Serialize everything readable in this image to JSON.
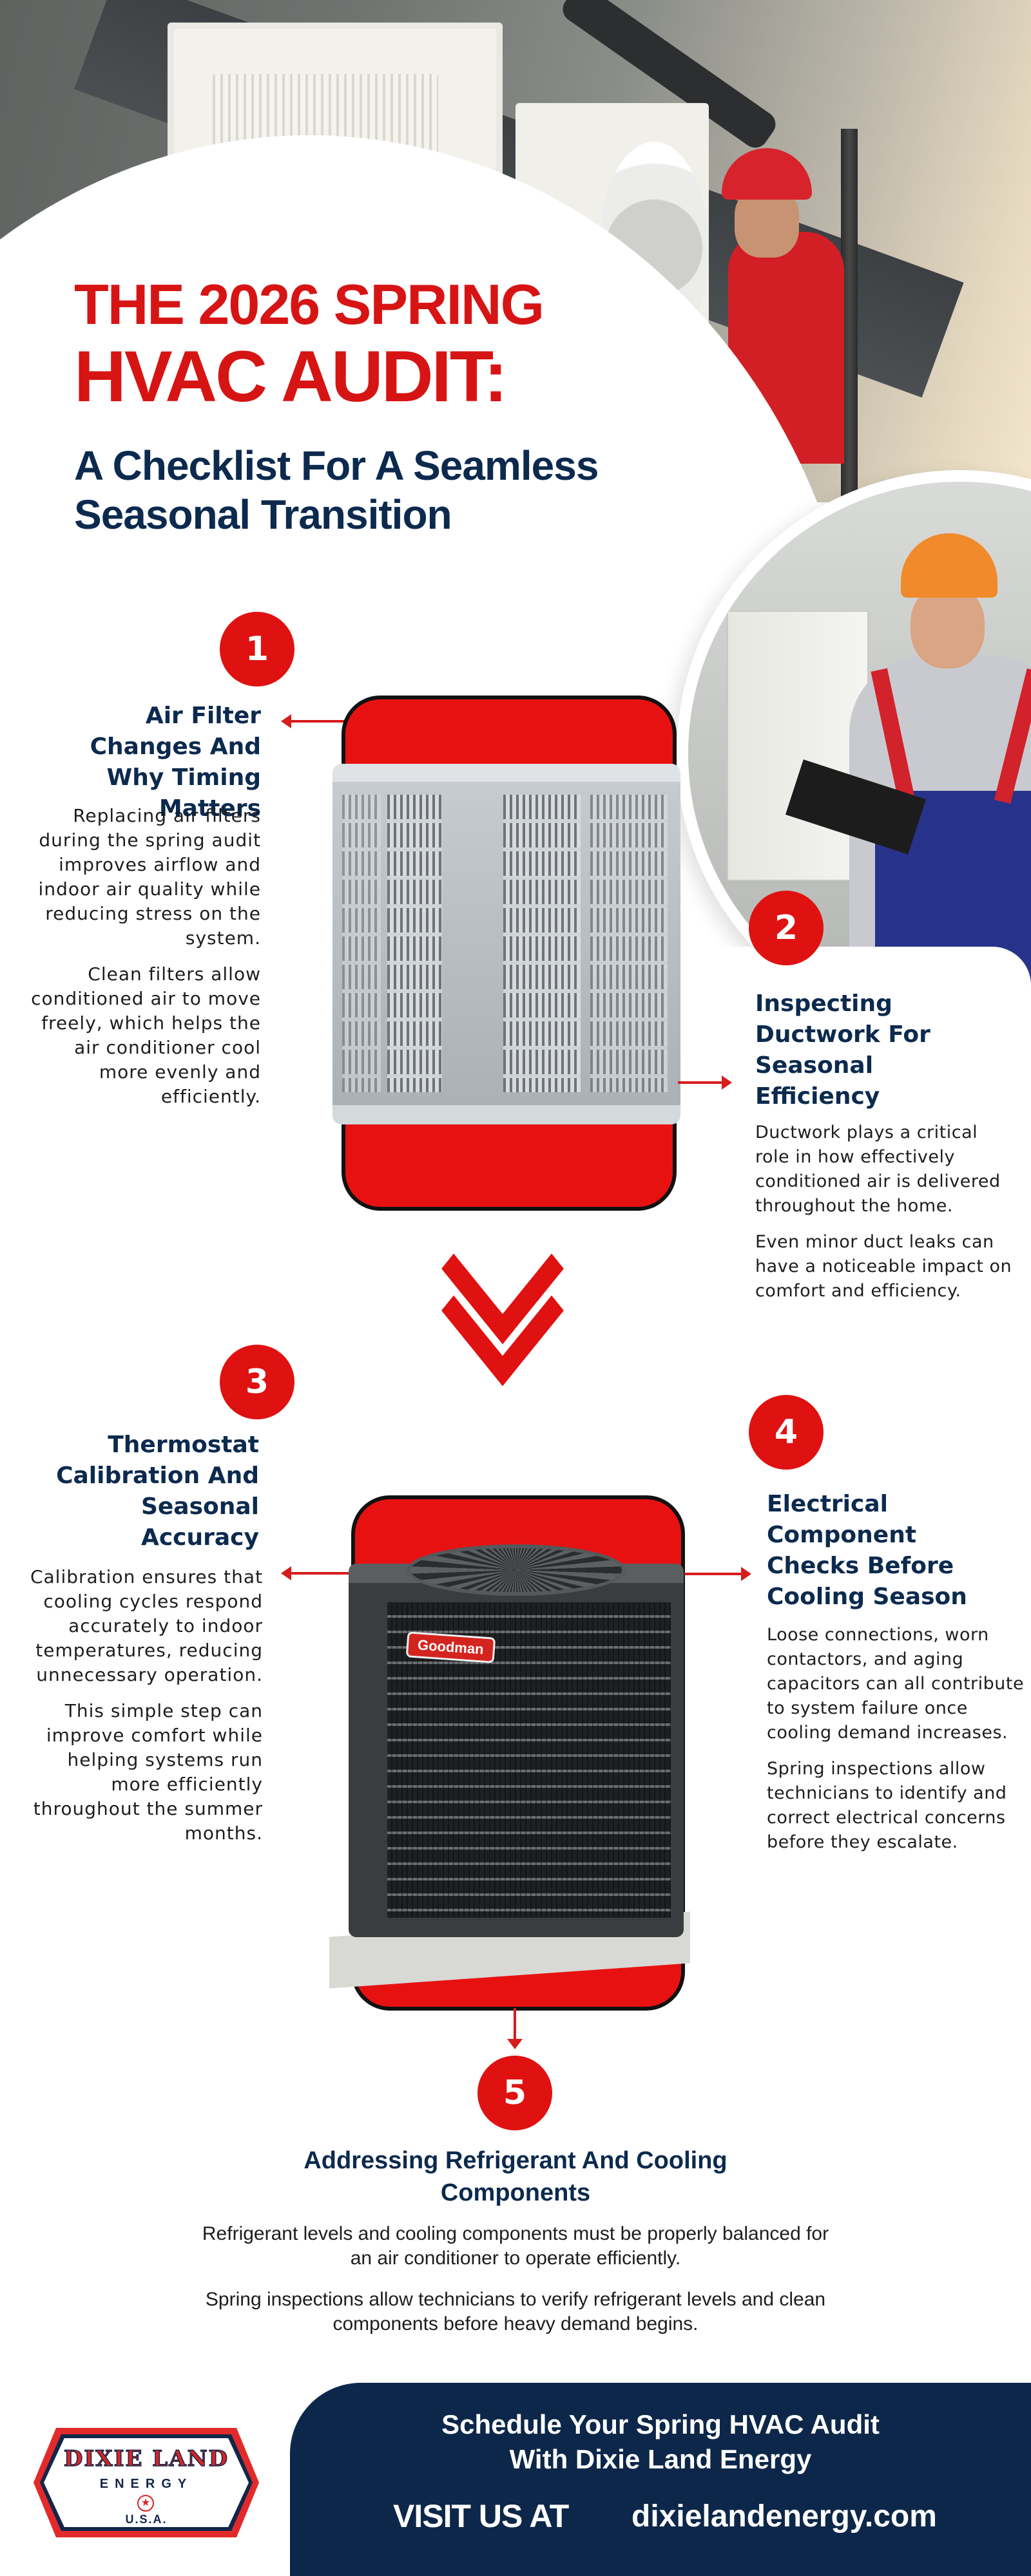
{
  "header": {
    "title_line1": "THE 2026 SPRING",
    "title_line2": "HVAC AUDIT:",
    "subtitle_line1": "A Checklist For A Seamless",
    "subtitle_line2": "Seasonal Transition"
  },
  "colors": {
    "accent_red": "#E01111",
    "title_red": "#D71414",
    "navy": "#0C2A4E",
    "footer_navy": "#0C2749"
  },
  "steps": [
    {
      "number": "1",
      "title": "Air Filter Changes And Why Timing Matters",
      "paragraphs": [
        "Replacing air filters during the spring audit improves airflow and indoor air quality while reducing stress on the system.",
        "Clean filters allow conditioned air to move freely, which helps the air conditioner cool more evenly and efficiently."
      ]
    },
    {
      "number": "2",
      "title": "Inspecting Ductwork For Seasonal Efficiency",
      "paragraphs": [
        "Ductwork plays a critical role in how effectively conditioned air is delivered throughout the home.",
        "Even minor duct leaks can have a noticeable impact on comfort and efficiency."
      ]
    },
    {
      "number": "3",
      "title": "Thermostat Calibration And Seasonal Accuracy",
      "paragraphs": [
        "Calibration ensures that cooling cycles respond accurately to indoor temperatures, reducing unnecessary operation.",
        "This simple step can improve comfort while helping systems run more efficiently throughout the summer months."
      ]
    },
    {
      "number": "4",
      "title": "Electrical Component Checks Before Cooling Season",
      "paragraphs": [
        "Loose connections, worn contactors, and aging capacitors can all contribute to system failure once cooling demand increases.",
        "Spring inspections allow technicians to identify and correct electrical concerns before they escalate."
      ]
    },
    {
      "number": "5",
      "title": "Addressing Refrigerant And Cooling Components",
      "paragraphs": [
        "Refrigerant levels and cooling components must be properly balanced for an air conditioner to operate efficiently.",
        "Spring inspections allow technicians to verify refrigerant levels and clean components before heavy demand begins."
      ]
    }
  ],
  "images": {
    "unit2_brand": "Goodman"
  },
  "footer": {
    "cta_line1": "Schedule Your Spring HVAC Audit",
    "cta_line2": "With Dixie Land Energy",
    "visit_label": "VISIT US AT",
    "url": "dixielandenergy.com",
    "logo": {
      "name": "DIXIE LAND",
      "energy": "ENERGY",
      "star": "★",
      "country": "U.S.A."
    }
  }
}
